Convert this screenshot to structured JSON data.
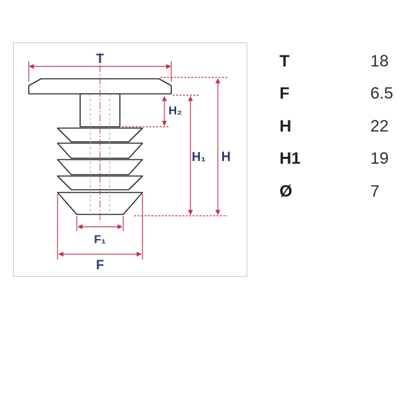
{
  "diagram": {
    "labels": {
      "T": "T",
      "H": "H",
      "H1": "H₁",
      "H2": "H₂",
      "F": "F",
      "F1": "F₁"
    }
  },
  "specs": [
    {
      "key": "T",
      "value": "18"
    },
    {
      "key": "F",
      "value": "6.5"
    },
    {
      "key": "H",
      "value": "22"
    },
    {
      "key": "H1",
      "value": "19"
    },
    {
      "key": "Ø",
      "value": "7"
    }
  ],
  "colors": {
    "dimension_line": "#c0304a",
    "part_outline": "#2b2b2b",
    "label_text": "#2a3a6a",
    "centerline": "#c0304a"
  }
}
